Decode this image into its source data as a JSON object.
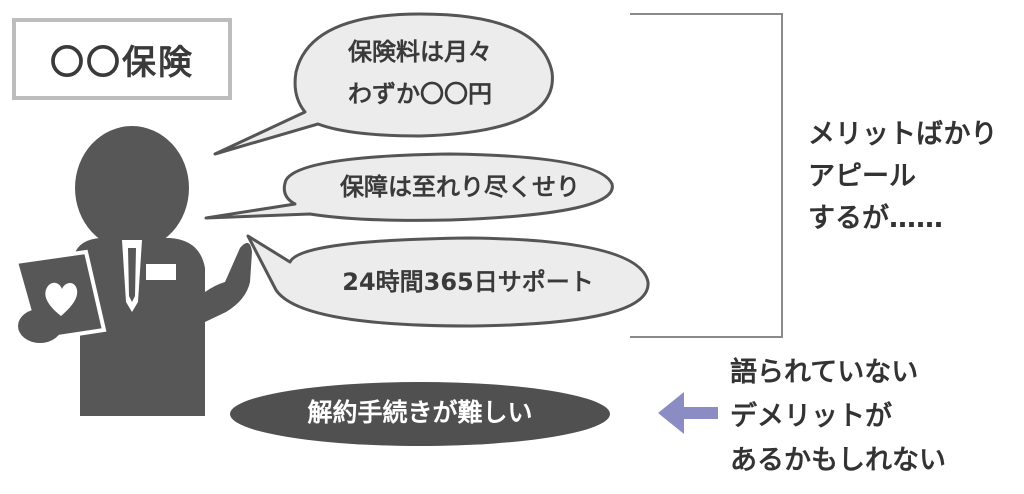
{
  "company": {
    "label": "〇〇保険"
  },
  "bubbles": [
    {
      "lines": [
        "保険料は月々",
        "わずか〇〇円"
      ]
    },
    {
      "lines": [
        "保障は至れり尽くせり"
      ]
    },
    {
      "lines": [
        "24時間365日サポート"
      ]
    }
  ],
  "hidden": {
    "text": "解約手続きが難しい"
  },
  "right_note": {
    "lines": [
      "メリットばかり",
      "アピール",
      "するが……"
    ]
  },
  "bottom_note": {
    "lines": [
      "語られていない",
      "デメリットが",
      "あるかもしれない"
    ]
  },
  "colors": {
    "figure": "#575757",
    "bubble_fill": "#ececec",
    "bubble_stroke": "#555555",
    "hidden_fill": "#505050",
    "arrow": "#8c8cc4",
    "label_border": "#bdbdbd"
  }
}
